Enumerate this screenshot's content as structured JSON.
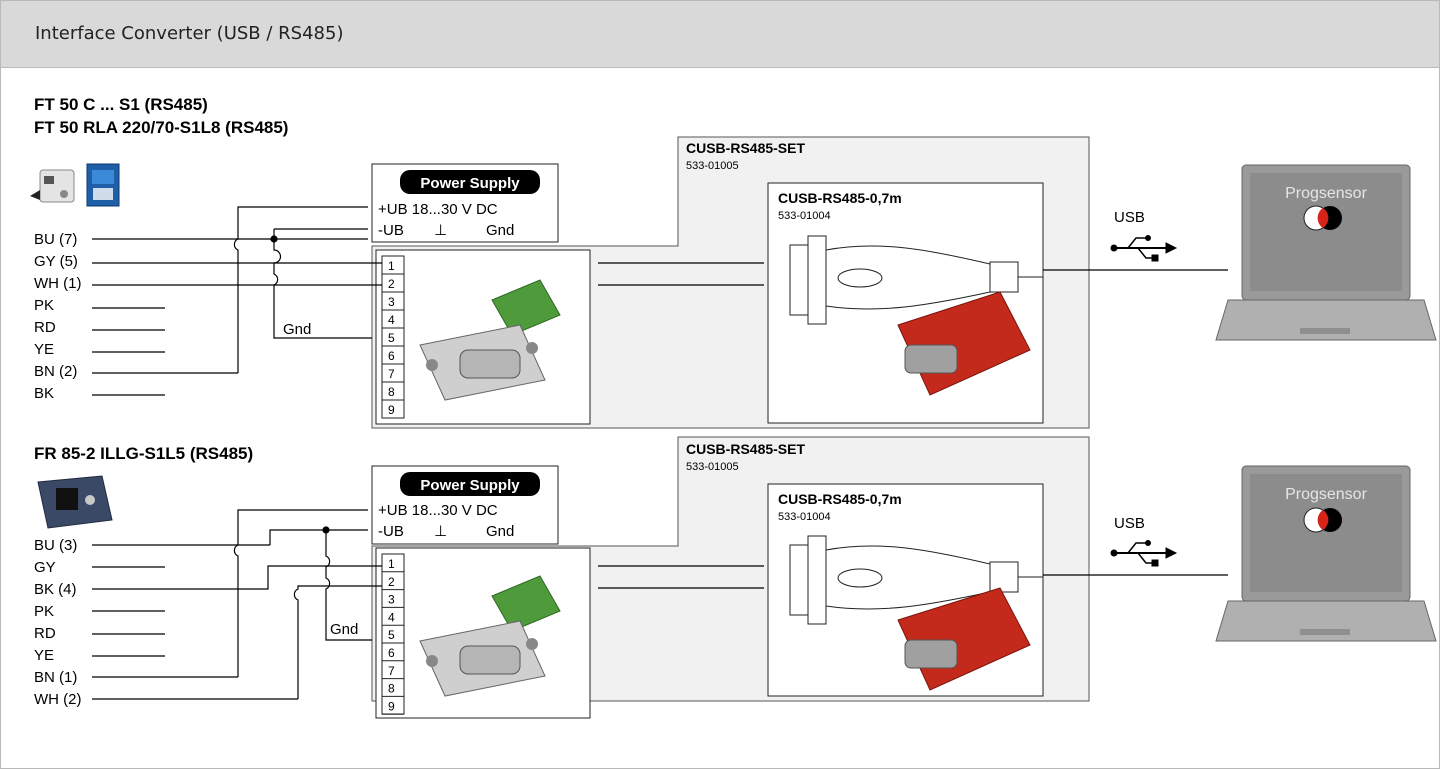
{
  "header": {
    "title": "Interface Converter (USB / RS485)"
  },
  "colors": {
    "header_bg": "#d9d9d9",
    "set_box_bg": "#f1f1f1",
    "laptop_grey": "#9a9a9a",
    "accent_red": "#d62418"
  },
  "diagrams": [
    {
      "sensor_titles": [
        "FT 50 C ... S1 (RS485)",
        "FT 50 RLA 220/70-S1L8 (RS485)"
      ],
      "wires": [
        "BU (7)",
        "GY (5)",
        "WH (1)",
        "PK",
        "RD",
        "YE",
        "BN (2)",
        "BK"
      ],
      "power_supply": {
        "title": "Power Supply",
        "line1": "+UB 18...30 V DC",
        "line2_left": "-UB",
        "line2_symbol": "⊥",
        "line2_right": "Gnd"
      },
      "gnd_label": "Gnd",
      "set": {
        "name": "CUSB-RS485-SET",
        "code": "533-01005"
      },
      "cable": {
        "name": "CUSB-RS485-0,7m",
        "code": "533-01004"
      },
      "terminals": [
        "1",
        "2",
        "3",
        "4",
        "5",
        "6",
        "7",
        "8",
        "9"
      ],
      "usb_label": "USB",
      "laptop_label": "Progsensor"
    },
    {
      "sensor_titles": [
        "FR 85-2 ILLG-S1L5 (RS485)"
      ],
      "wires": [
        "BU (3)",
        "GY",
        "BK (4)",
        "PK",
        "RD",
        "YE",
        "BN (1)",
        "WH (2)"
      ],
      "power_supply": {
        "title": "Power Supply",
        "line1": "+UB 18...30 V DC",
        "line2_left": "-UB",
        "line2_symbol": "⊥",
        "line2_right": "Gnd"
      },
      "gnd_label": "Gnd",
      "set": {
        "name": "CUSB-RS485-SET",
        "code": "533-01005"
      },
      "cable": {
        "name": "CUSB-RS485-0,7m",
        "code": "533-01004"
      },
      "terminals": [
        "1",
        "2",
        "3",
        "4",
        "5",
        "6",
        "7",
        "8",
        "9"
      ],
      "usb_label": "USB",
      "laptop_label": "Progsensor"
    }
  ]
}
